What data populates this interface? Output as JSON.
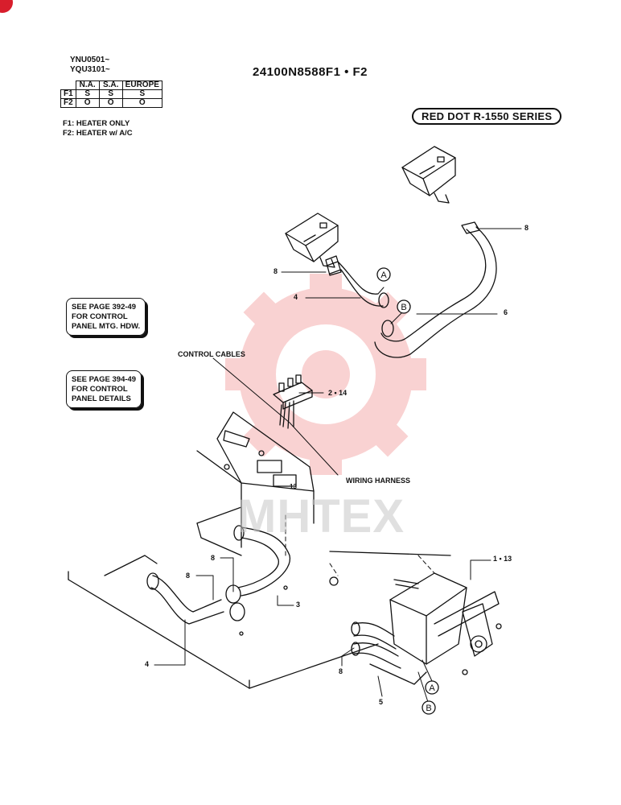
{
  "header": {
    "serials": [
      "YNU0501~",
      "YQU3101~"
    ],
    "title": "24100N8588F1 • F2",
    "series": "RED DOT R-1550 SERIES"
  },
  "applicability": {
    "columns": [
      "N.A.",
      "S.A.",
      "EUROPE"
    ],
    "rows": [
      {
        "label": "F1",
        "values": [
          "S",
          "S",
          "S"
        ]
      },
      {
        "label": "F2",
        "values": [
          "O",
          "O",
          "O"
        ]
      }
    ]
  },
  "notes": [
    "F1: HEATER ONLY",
    "F2: HEATER w/ A/C"
  ],
  "references": [
    [
      "SEE PAGE 392-49",
      "FOR CONTROL",
      "PANEL MTG. HDW."
    ],
    [
      "SEE PAGE 394-49",
      "FOR CONTROL",
      "PANEL DETAILS"
    ]
  ],
  "callouts": {
    "control_cables": "CONTROL CABLES",
    "wiring_harness": "WIRING HARNESS",
    "part_2_14": "2 • 14",
    "part_1_13": "1 • 13",
    "part_3": "3",
    "part_4_upper": "4",
    "part_4_lower": "4",
    "part_5": "5",
    "part_6": "6",
    "part_8_left": "8",
    "part_8_right": "8",
    "part_8_mid_a": "8",
    "part_8_mid_b": "8",
    "part_8_bottom": "8",
    "panel_13": "13",
    "connector_a": "A",
    "connector_b": "B"
  },
  "watermark": "MHTEX",
  "colors": {
    "logo_red": "#f08080",
    "corner_red": "#d81e2c",
    "ink": "#111111"
  }
}
